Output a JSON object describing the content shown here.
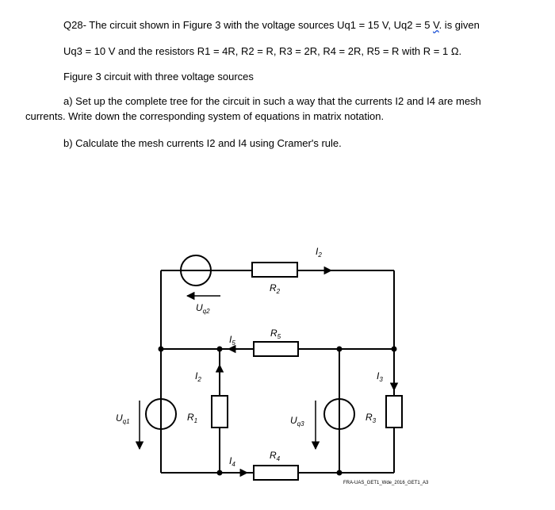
{
  "question": {
    "line1_prefix": "Q28- The circuit shown in Figure 3 with the voltage sources Uq1 = 15 V, Uq2 = 5 ",
    "line1_unit": "V",
    "line1_suffix": ". is given",
    "line2": "Uq3 = 10 V and the resistors R1 = 4R, R2 = R, R3 = 2R, R4 = 2R, R5 = R with R = 1 Ω.",
    "line3": "Figure 3 circuit with three voltage sources",
    "line4": "a) Set up the complete tree for the circuit in such a way that the currents I2 and I4 are mesh",
    "line5": "currents. Write down the corresponding system of equations in matrix notation.",
    "line6": "b) Calculate the mesh currents I2 and I4 using Cramer's rule."
  },
  "circuit": {
    "labels": {
      "I2_top": {
        "main": "I",
        "sub": "2"
      },
      "R2": {
        "main": "R",
        "sub": "2"
      },
      "Uq2": {
        "main": "U",
        "sub": "q2"
      },
      "I5": {
        "main": "I",
        "sub": "5"
      },
      "R5": {
        "main": "R",
        "sub": "5"
      },
      "I2_left": {
        "main": "I",
        "sub": "2"
      },
      "I3": {
        "main": "I",
        "sub": "3"
      },
      "Uq1": {
        "main": "U",
        "sub": "q1"
      },
      "R1": {
        "main": "R",
        "sub": "1"
      },
      "Uq3": {
        "main": "U",
        "sub": "q3"
      },
      "R3": {
        "main": "R",
        "sub": "3"
      },
      "I4": {
        "main": "I",
        "sub": "4"
      },
      "R4": {
        "main": "R",
        "sub": "4"
      }
    },
    "watermark": "FRA-UAS_GET1_Wde_2016_GET1_A3"
  }
}
